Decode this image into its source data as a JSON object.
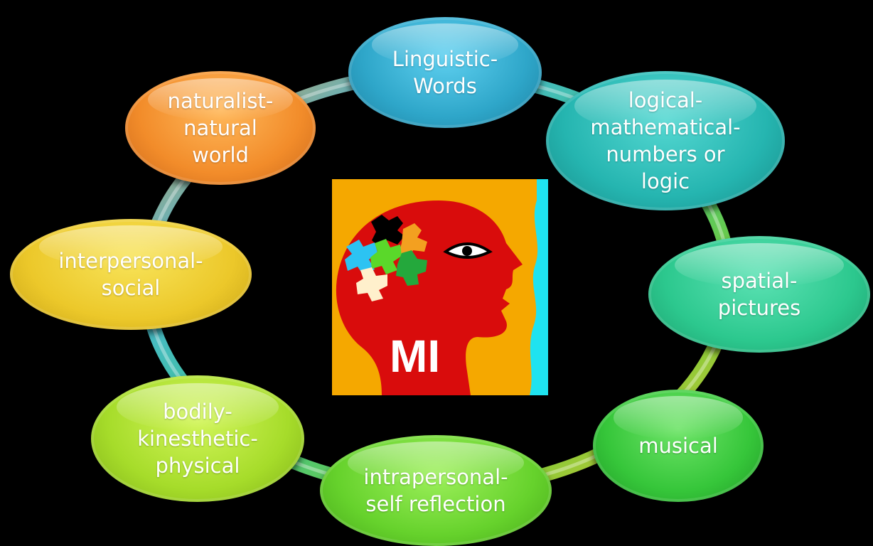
{
  "nodes": {
    "linguistic": "Linguistic-\nWords",
    "logical": "logical-\nmathematical-\nnumbers or\nlogic",
    "spatial": "spatial-\npictures",
    "musical": "musical",
    "intrapersonal": "intrapersonal-\nself reflection",
    "bodily": "bodily-\nkinesthetic-\nphysical",
    "interpersonal": "interpersonal-\nsocial",
    "naturalist": "naturalist-\nnatural\nworld"
  },
  "logo": {
    "text": "MI",
    "background_color": "#f5a800",
    "head_color": "#d90c0c",
    "stripe_color": "#1fe3f0",
    "puzzle_colors": [
      "#000000",
      "#f3a020",
      "#2cc3f2",
      "#5ad82a",
      "#24a83c",
      "#fff0cc"
    ]
  },
  "ring_colors": [
    "#2ea6c9",
    "#25b5b0",
    "#2cc88e",
    "#36c63a",
    "#66d22c",
    "#a6dc2a",
    "#ecc82a",
    "#f28c2a"
  ]
}
